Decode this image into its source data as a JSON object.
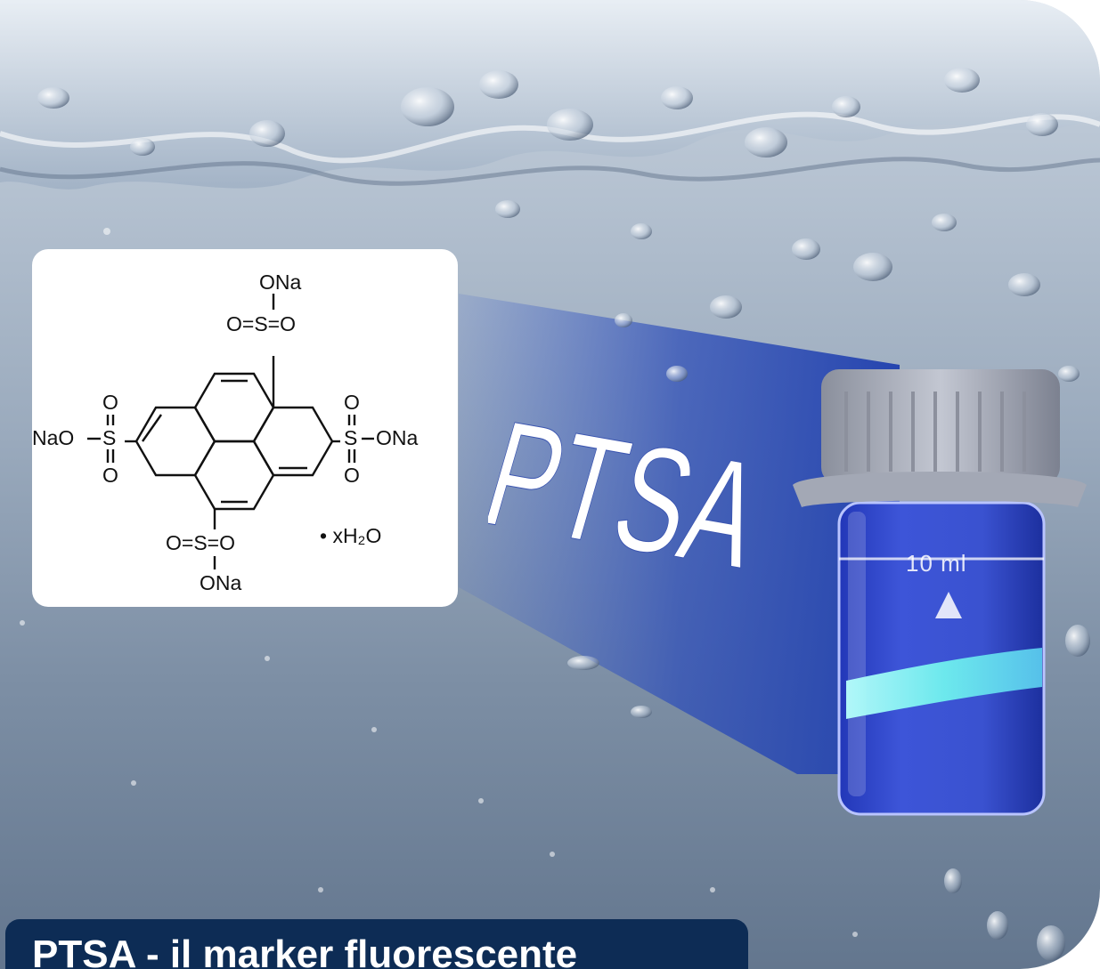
{
  "formula": {
    "top_group": "ONa",
    "top_sulfonyl": "O=S=O",
    "left_group": "NaO",
    "right_group": "ONa",
    "bottom_sulfonyl": "O=S=O",
    "bottom_group": "ONa",
    "hydrate": "• xH₂O",
    "o": "O",
    "s": "S"
  },
  "product_name": "PTSA",
  "vial": {
    "volume_label": "10 ml"
  },
  "caption": {
    "text": "PTSA - il marker fluorescente"
  },
  "colors": {
    "caption_bg": "#0d2c55",
    "beam": "#2f4fb8",
    "fluorescence": "#7ff4f0"
  }
}
